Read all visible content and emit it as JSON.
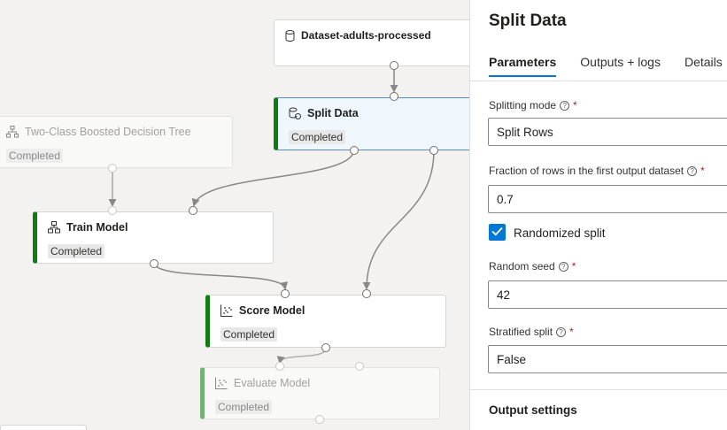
{
  "canvas": {
    "nodes": {
      "dataset": {
        "title": "Dataset-adults-processed",
        "icon": "database-icon"
      },
      "split": {
        "title": "Split Data",
        "status": "Completed",
        "icon": "split-data-icon"
      },
      "boosted": {
        "title": "Two-Class Boosted Decision Tree",
        "status": "Completed",
        "icon": "tree-icon"
      },
      "train": {
        "title": "Train Model",
        "status": "Completed",
        "icon": "train-icon"
      },
      "score": {
        "title": "Score Model",
        "status": "Completed",
        "icon": "scatter-icon"
      },
      "evaluate": {
        "title": "Evaluate Model",
        "status": "Completed",
        "icon": "scatter-icon"
      }
    }
  },
  "panel": {
    "title": "Split Data",
    "tabs": [
      "Parameters",
      "Outputs + logs",
      "Details"
    ],
    "active_tab": "Parameters",
    "fields": {
      "mode": {
        "label": "Splitting mode",
        "value": "Split Rows"
      },
      "fraction": {
        "label": "Fraction of rows in the first output dataset",
        "value": "0.7"
      },
      "randomized": {
        "label": "Randomized split",
        "checked": true
      },
      "seed": {
        "label": "Random seed",
        "value": "42"
      },
      "stratified": {
        "label": "Stratified split",
        "value": "False"
      }
    },
    "required_mark": "*",
    "output_settings": "Output settings"
  },
  "colors": {
    "accent": "#0078d4",
    "completed_bar": "#107c10",
    "selected_bg": "#eff6fc"
  }
}
